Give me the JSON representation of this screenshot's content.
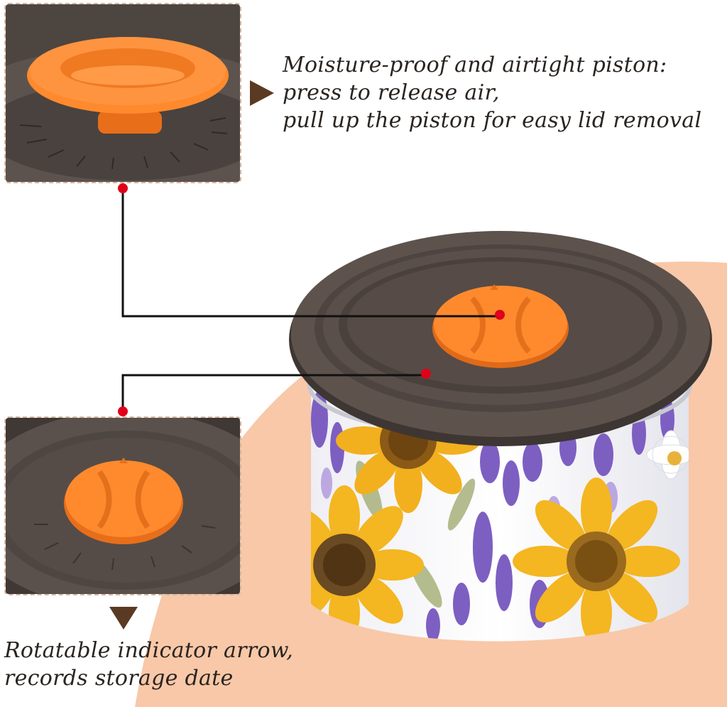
{
  "captions": {
    "top": {
      "line1": "Moisture-proof and airtight piston:",
      "line2": "press to release air,",
      "line3": "pull up the piston for easy lid removal"
    },
    "bottom": {
      "line1": "Rotatable indicator arrow,",
      "line2": "records storage date"
    }
  },
  "colors": {
    "background_accent": "#f8c8a8",
    "lid": "#5e524c",
    "piston": "#ff8a2e",
    "arrow": "#5a3a22",
    "connector_line": "#111111",
    "connector_dot": "#e0001a",
    "box_border": "#d9b7a0"
  },
  "icons": {
    "top_arrow": "triangle-right-icon",
    "bottom_arrow": "triangle-down-icon"
  }
}
